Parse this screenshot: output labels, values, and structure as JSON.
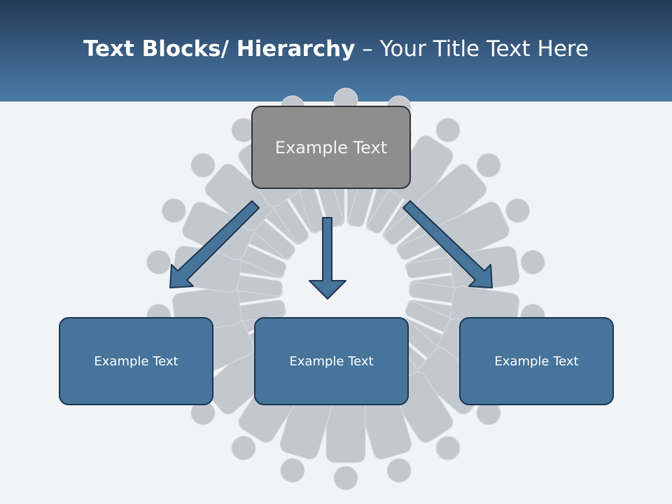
{
  "slide": {
    "title_bold": "Text Blocks/ Hierarchy",
    "title_rest": " – Your Title Text Here",
    "top_box": "Example Text",
    "bottom_boxes": [
      "Example Text",
      "Example Text",
      "Example Text"
    ]
  },
  "colors": {
    "header": "#3a5f86",
    "box_blue": "#46749a",
    "box_gray": "#8e8e8e",
    "arrow": "#46749a"
  }
}
